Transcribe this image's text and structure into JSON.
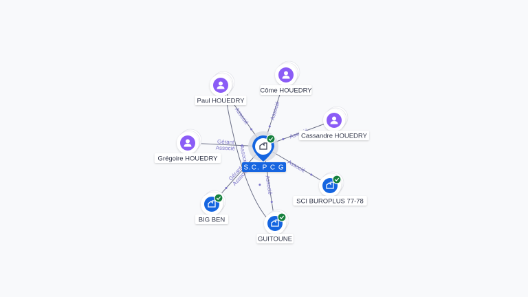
{
  "center": {
    "id": "scpcg",
    "label": "S.C. P C G",
    "type": "company",
    "verified": true
  },
  "nodes": [
    {
      "id": "paul",
      "label": "Paul HOUEDRY",
      "type": "person",
      "verified": false
    },
    {
      "id": "come",
      "label": "Côme HOUEDRY",
      "type": "person",
      "verified": false
    },
    {
      "id": "cassandre",
      "label": "Cassandre HOUEDRY",
      "type": "person",
      "verified": false
    },
    {
      "id": "gregoire",
      "label": "Grégoire HOUEDRY",
      "type": "person",
      "verified": false
    },
    {
      "id": "bigben",
      "label": "BIG BEN",
      "type": "company",
      "verified": true
    },
    {
      "id": "guitoune",
      "label": "GUITOUNE",
      "type": "company",
      "verified": true
    },
    {
      "id": "sci",
      "label": "SCI BUROPLUS 77-78",
      "type": "company",
      "verified": true
    }
  ],
  "edges": [
    {
      "from": "paul",
      "to": "scpcg",
      "labels": [
        "Associé"
      ]
    },
    {
      "from": "come",
      "to": "scpcg",
      "labels": [
        "Associé"
      ]
    },
    {
      "from": "cassandre",
      "to": "scpcg",
      "labels": [
        "Associé"
      ]
    },
    {
      "from": "gregoire",
      "to": "scpcg",
      "labels": [
        "Gérant",
        "Associé"
      ]
    },
    {
      "from": "scpcg",
      "to": "bigben",
      "labels": [
        "Gérant",
        "Associé"
      ]
    },
    {
      "from": "scpcg",
      "to": "guitoune",
      "labels": [
        "Associé"
      ]
    },
    {
      "from": "scpcg",
      "to": "sci",
      "labels": [
        "Associé"
      ]
    },
    {
      "from": "paul",
      "to": "guitoune",
      "labels": [
        "Associé"
      ]
    }
  ],
  "colors": {
    "person": "#8b5cf6",
    "company": "#1565e0",
    "verified": "#15803d",
    "edge": "#6b6f86",
    "edge_label": "#7b74c9"
  }
}
